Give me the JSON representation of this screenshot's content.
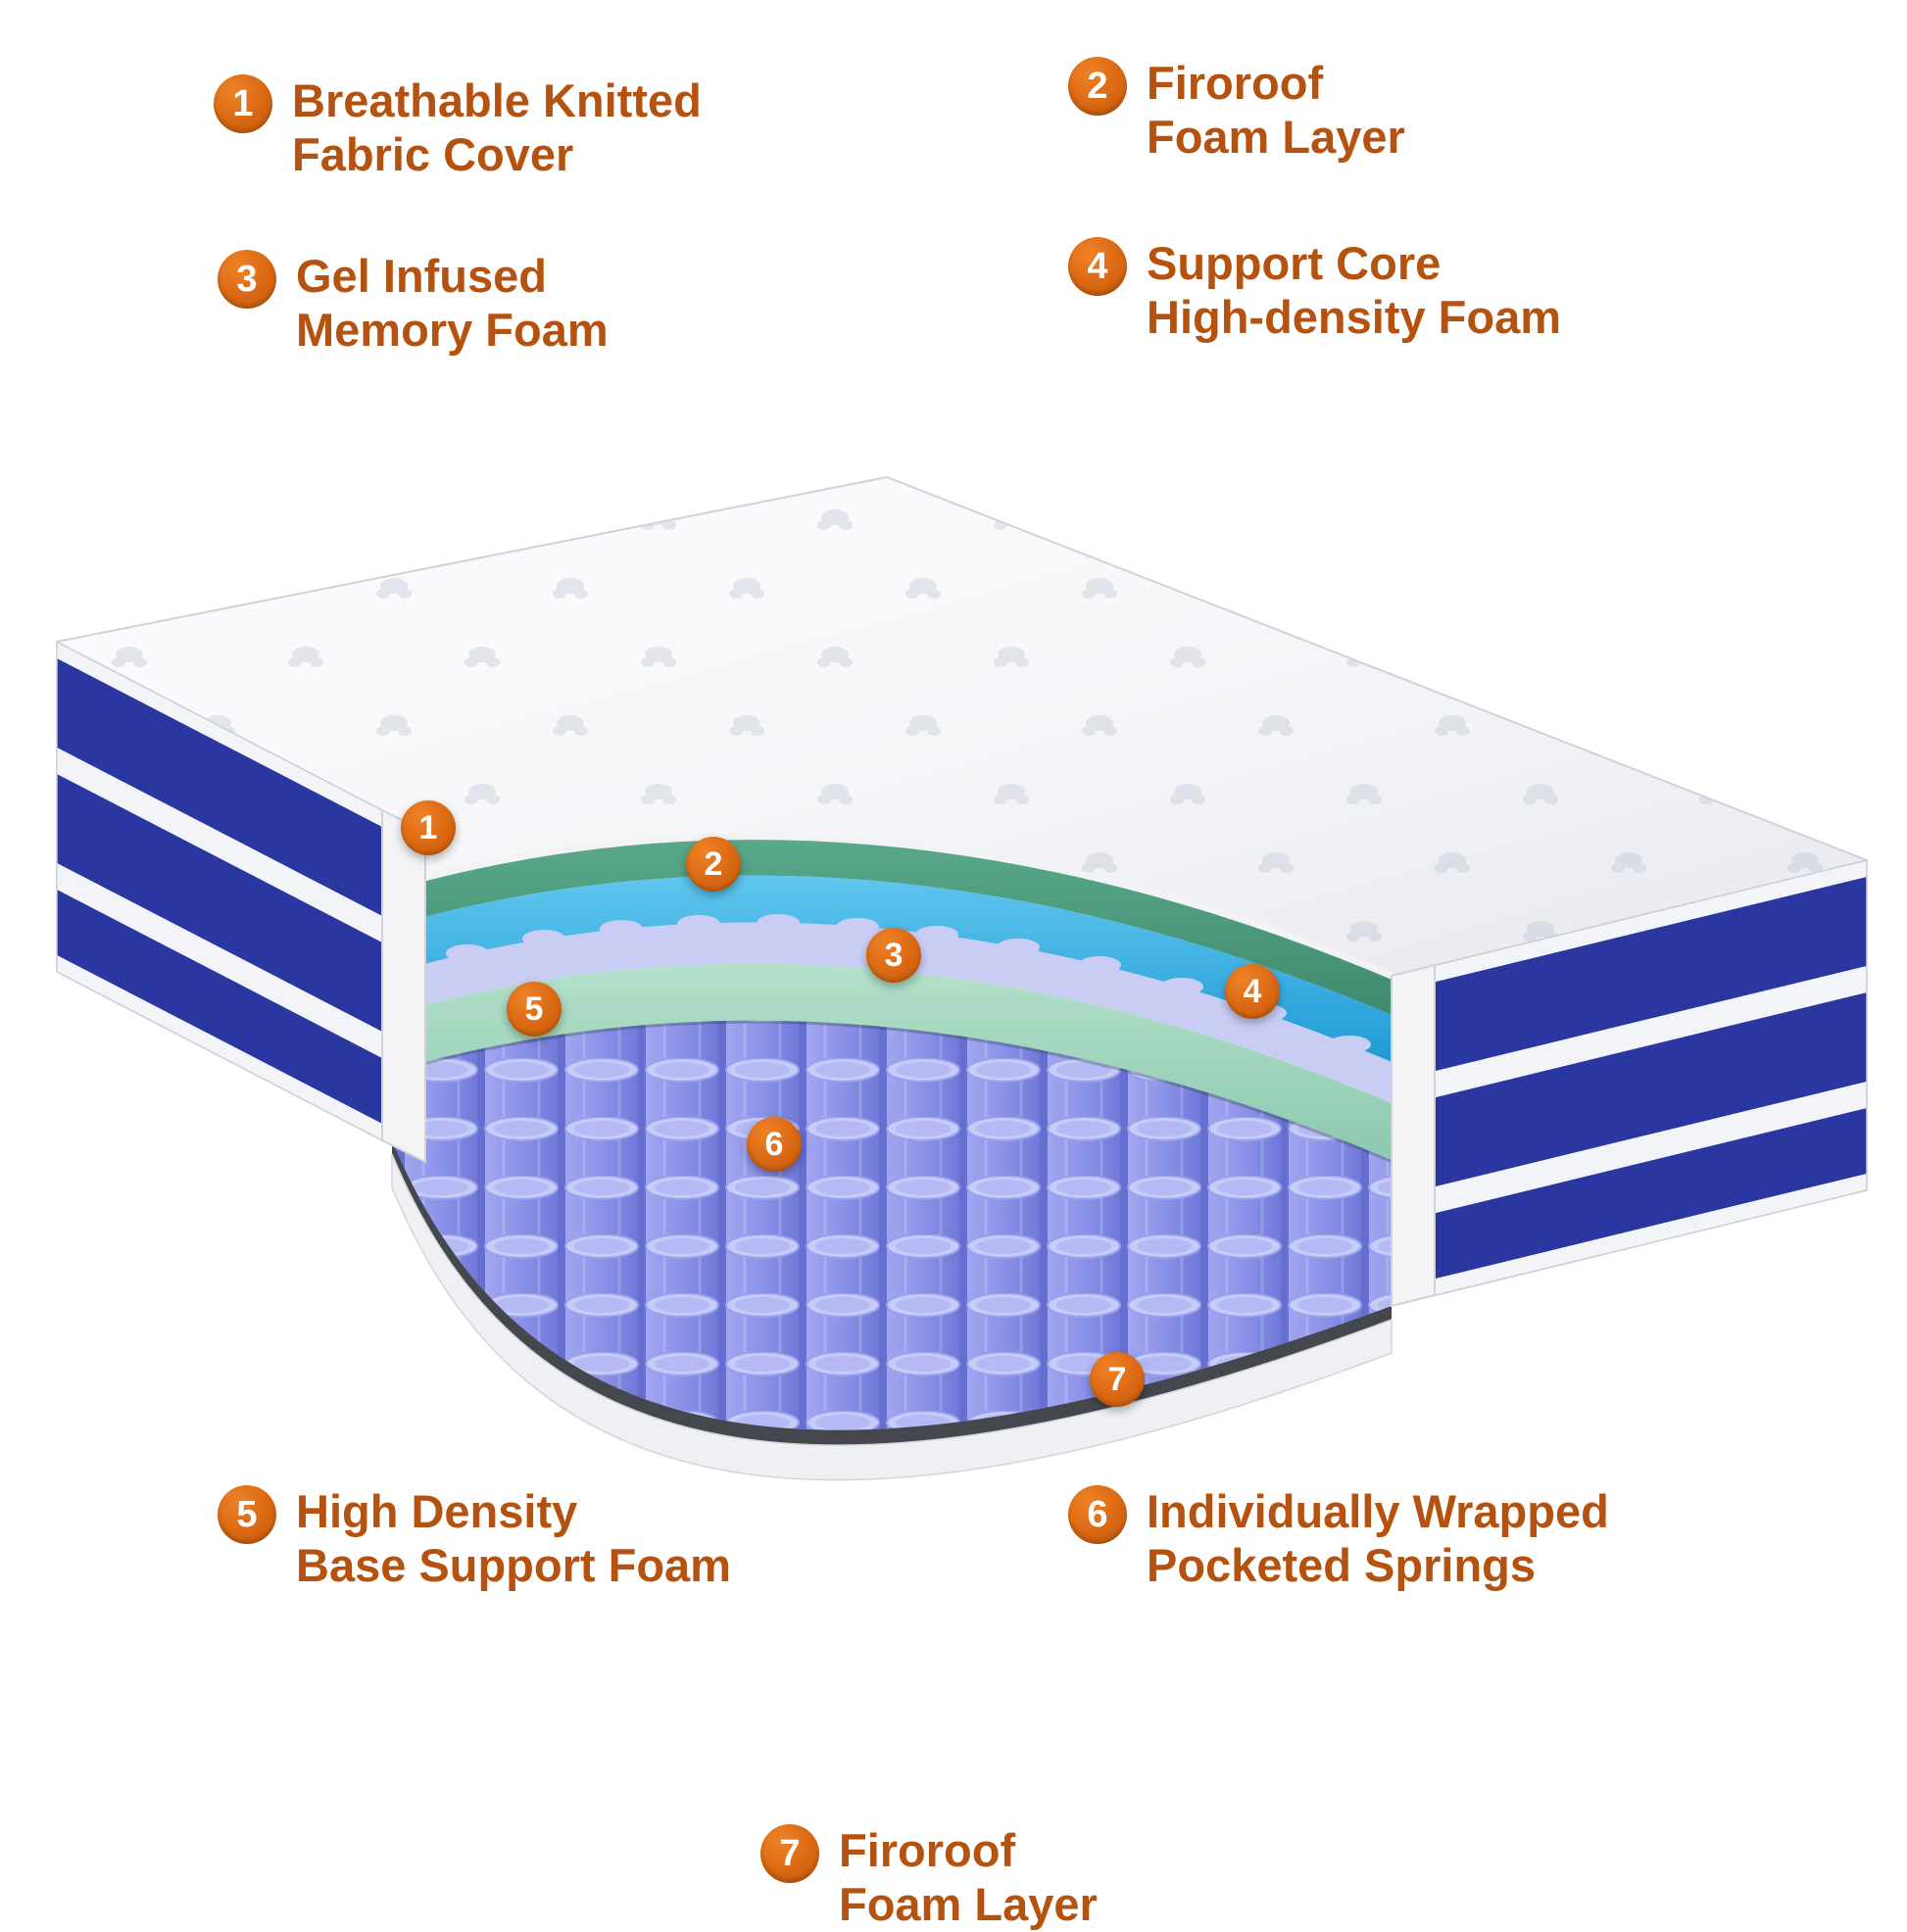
{
  "colors": {
    "accent_orange": "#d96812",
    "label_text": "#b5520f",
    "mattress_blue": "#2a37a1",
    "cover_white": "#fafafc",
    "foam_top_green": "#4f9b7e",
    "gel_cyan": "#35b0e4",
    "memory_foam_lavender": "#c9cdf4",
    "support_foam_mint": "#a5d8c0",
    "spring_purple": "#8b92e8",
    "base_edge_white": "#eef0f3"
  },
  "callouts": [
    {
      "num": "1",
      "line1": "Breathable Knitted",
      "line2": "Fabric Cover"
    },
    {
      "num": "2",
      "line1": "Firoroof",
      "line2": "Foam Layer"
    },
    {
      "num": "3",
      "line1": "Gel Infused",
      "line2": "Memory Foam"
    },
    {
      "num": "4",
      "line1": "Support Core",
      "line2": "High-density Foam"
    },
    {
      "num": "5",
      "line1": "High Density",
      "line2": "Base Support Foam"
    },
    {
      "num": "6",
      "line1": "Individually Wrapped",
      "line2": "Pocketed Springs"
    },
    {
      "num": "7",
      "line1": "Firoroof",
      "line2": "Foam Layer"
    }
  ]
}
